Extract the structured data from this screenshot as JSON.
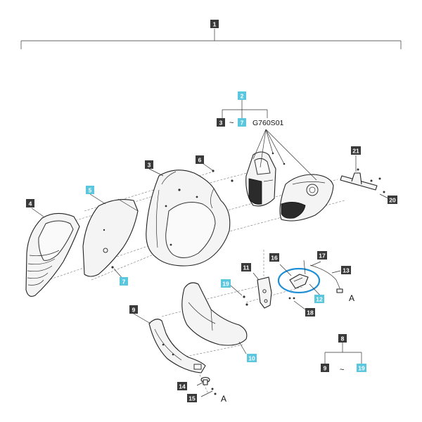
{
  "callouts": {
    "c1": "1",
    "c2": "2",
    "c3a": "3",
    "c7a": "7",
    "c3b": "3",
    "c4": "4",
    "c5": "5",
    "c6": "6",
    "c7b": "7",
    "c8": "8",
    "c9a": "9",
    "c19a": "19",
    "c9b": "9",
    "c10": "10",
    "c11": "11",
    "c12": "12",
    "c13": "13",
    "c14": "14",
    "c15": "15",
    "c16": "16",
    "c17": "17",
    "c18": "18",
    "c19b": "19",
    "c20": "20",
    "c21": "21"
  },
  "labels": {
    "tilde_top": "~",
    "tilde_bottom": "~",
    "model_code": "G760S01",
    "connector_a_top": "A",
    "connector_a_bottom": "A"
  },
  "colors": {
    "callout_dark": "#3a3a3a",
    "callout_cyan": "#5bc7de",
    "highlight_ring": "#1e8fd6"
  }
}
